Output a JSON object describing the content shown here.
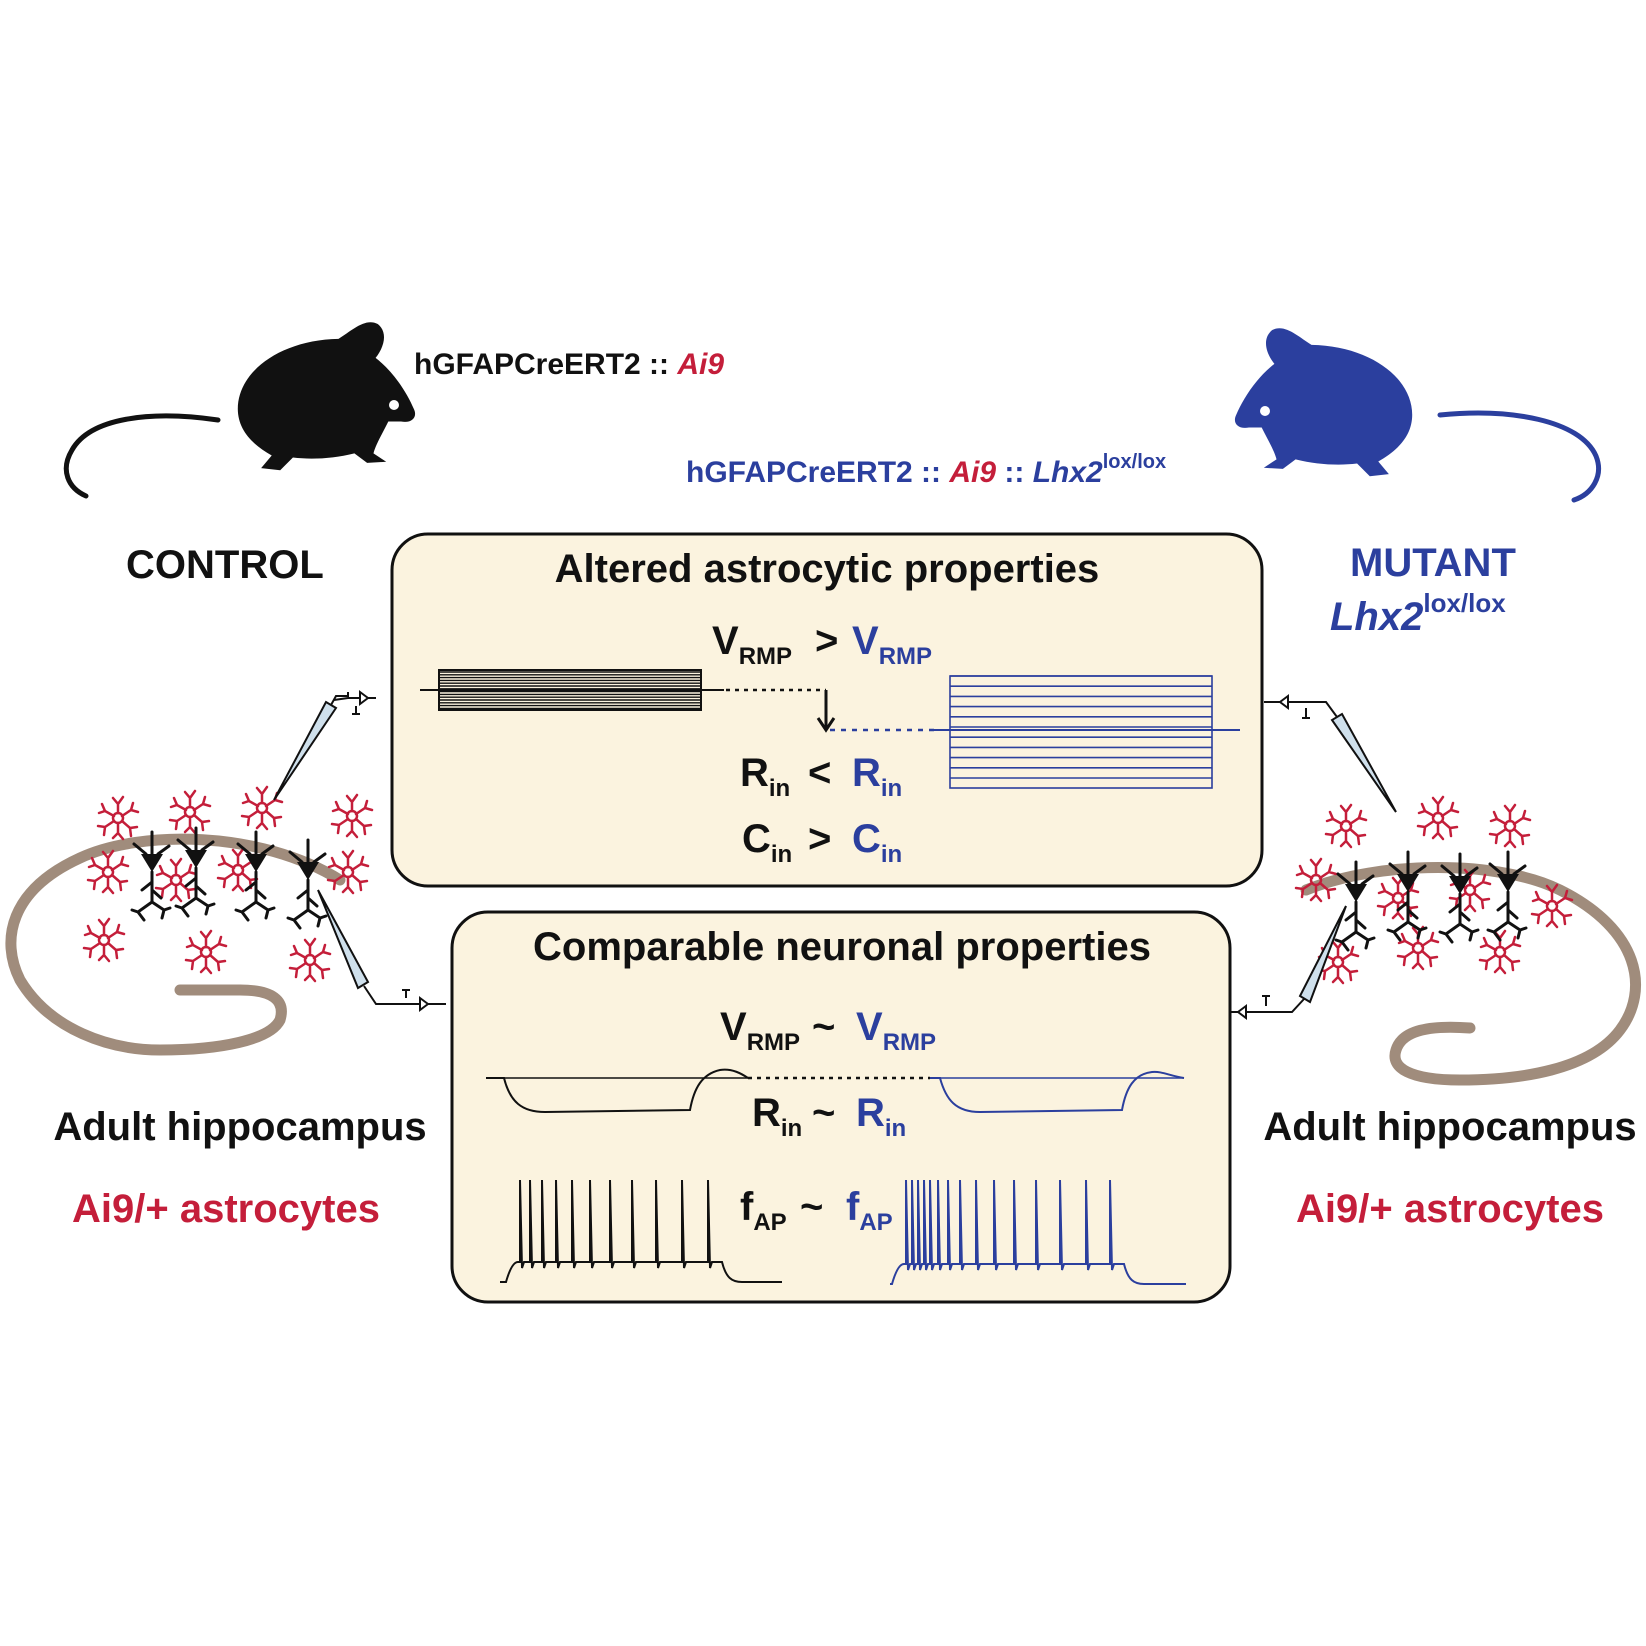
{
  "colors": {
    "control": "#111111",
    "mutant": "#2b3f9e",
    "reporter": "#c41e3a",
    "panel_fill": "#fbf3df",
    "hippocampus": "#a08c7c"
  },
  "control": {
    "genotype_main": "hGFAPCreERT2 :: ",
    "genotype_reporter": "Ai9",
    "label": "CONTROL",
    "region": "Adult hippocampus",
    "cells": "Ai9/+ astrocytes"
  },
  "mutant": {
    "genotype_main": "hGFAPCreERT2 :: ",
    "genotype_reporter": "Ai9",
    "genotype_sep": " :: ",
    "genotype_gene": "Lhx2",
    "genotype_sup": "lox/lox",
    "label": "MUTANT",
    "gene": "Lhx2",
    "gene_sup": "lox/lox",
    "region": "Adult hippocampus",
    "cells": "Ai9/+ astrocytes"
  },
  "astro_panel": {
    "title": "Altered astrocytic properties",
    "rows": [
      {
        "sym": "V",
        "sub": "RMP",
        "op": ">"
      },
      {
        "sym": "R",
        "sub": "in",
        "op": "<"
      },
      {
        "sym": "C",
        "sub": "in",
        "op": ">"
      }
    ]
  },
  "neuron_panel": {
    "title": "Comparable neuronal properties",
    "rows": [
      {
        "sym": "V",
        "sub": "RMP",
        "op": "~"
      },
      {
        "sym": "R",
        "sub": "in",
        "op": "~"
      },
      {
        "sym": "f",
        "sub": "AP",
        "op": "~"
      }
    ]
  }
}
